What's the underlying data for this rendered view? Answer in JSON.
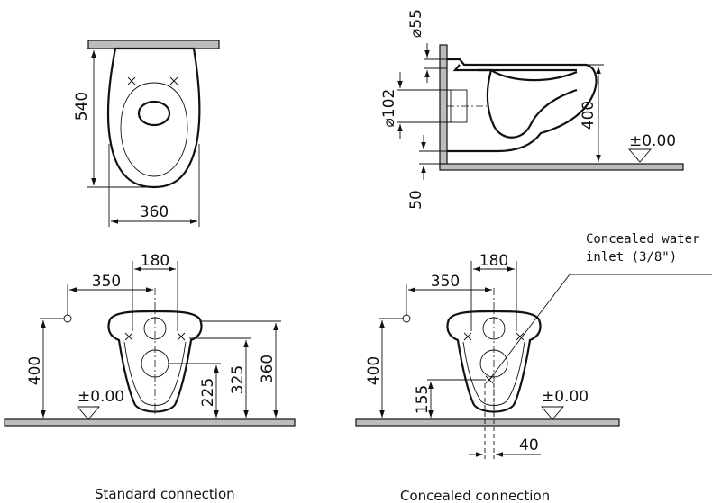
{
  "top_view": {
    "dim_length": "540",
    "dim_width": "360"
  },
  "side_view": {
    "dim_outlet": "⌀55",
    "dim_inlet": "⌀102",
    "dim_bottom": "50",
    "dim_height": "400",
    "level": "±0.00"
  },
  "standard": {
    "dim_180": "180",
    "dim_350": "350",
    "dim_400": "400",
    "dim_225": "225",
    "dim_325": "325",
    "dim_360": "360",
    "level": "±0.00",
    "caption": "Standard connection"
  },
  "concealed": {
    "dim_180": "180",
    "dim_350": "350",
    "dim_400": "400",
    "dim_155": "155",
    "dim_40": "40",
    "level": "±0.00",
    "note_line1": "Concealed water",
    "note_line2": "inlet (3/8\")",
    "caption": "Concealed connection"
  }
}
